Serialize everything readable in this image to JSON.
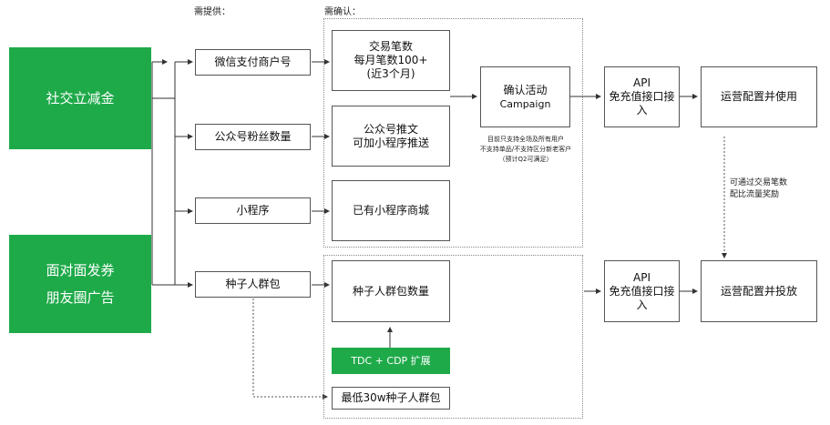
{
  "headers": {
    "provide": "需提供：",
    "confirm": "需确认："
  },
  "left": {
    "social": "社交立减金",
    "face_line1": "面对面发券",
    "face_line2": "朋友圈广告"
  },
  "provide": {
    "wechat_pay": "微信支付商户号",
    "fans": "公众号粉丝数量",
    "miniprogram": "小程序",
    "seed": "种子人群包"
  },
  "confirm": {
    "tx_line1": "交易笔数",
    "tx_line2": "每月笔数100+",
    "tx_line3": "(近3个月)",
    "push_line1": "公众号推文",
    "push_line2": "可加小程序推送",
    "mall": "已有小程序商城",
    "seed_count": "种子人群包数量",
    "tdc": "TDC + CDP 扩展",
    "min_seed": "最低30w种子人群包"
  },
  "campaign": {
    "line1": "确认活动",
    "line2": "Campaign",
    "note1": "目前只支持全场及所有用户",
    "note2": "不支持单品/不支持区分新老客户",
    "note3": "（预计Q2可满足）"
  },
  "api": {
    "line1": "API",
    "line2": "免充值接口接",
    "line3": "入"
  },
  "api2": {
    "line1": "API",
    "line2": "免充值接口接",
    "line3": "入"
  },
  "ops": {
    "use": "运营配置并使用",
    "deliver": "运营配置并投放"
  },
  "side_note": {
    "line1": "可通过交易笔数",
    "line2": "配比流量奖励"
  }
}
